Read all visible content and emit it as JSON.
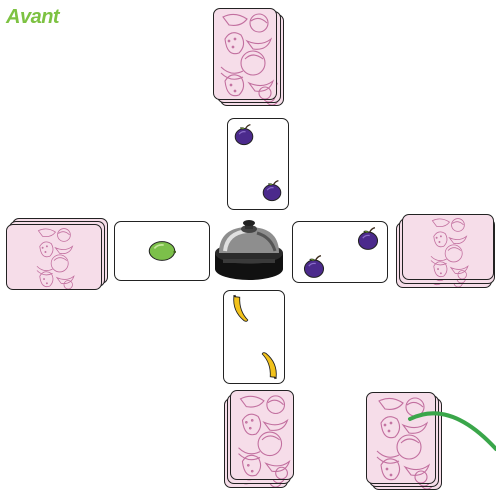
{
  "title": "Avant",
  "accent_color": "#7dc242",
  "card_back_pattern": [
    "strawberry-outline",
    "banana-outline",
    "plum-outline"
  ],
  "face_cards": [
    {
      "position": "top",
      "fruit": "plum",
      "count": 2,
      "color": "#4b2a8c"
    },
    {
      "position": "left",
      "fruit": "lime",
      "count": 1,
      "color": "#7cc04a"
    },
    {
      "position": "right",
      "fruit": "plum",
      "count": 2,
      "color": "#4b2a8c"
    },
    {
      "position": "bottom",
      "fruit": "banana",
      "count": 2,
      "color": "#f2c21b"
    }
  ],
  "center_object": "bell-icon",
  "arrow_color": "#3aa64a"
}
